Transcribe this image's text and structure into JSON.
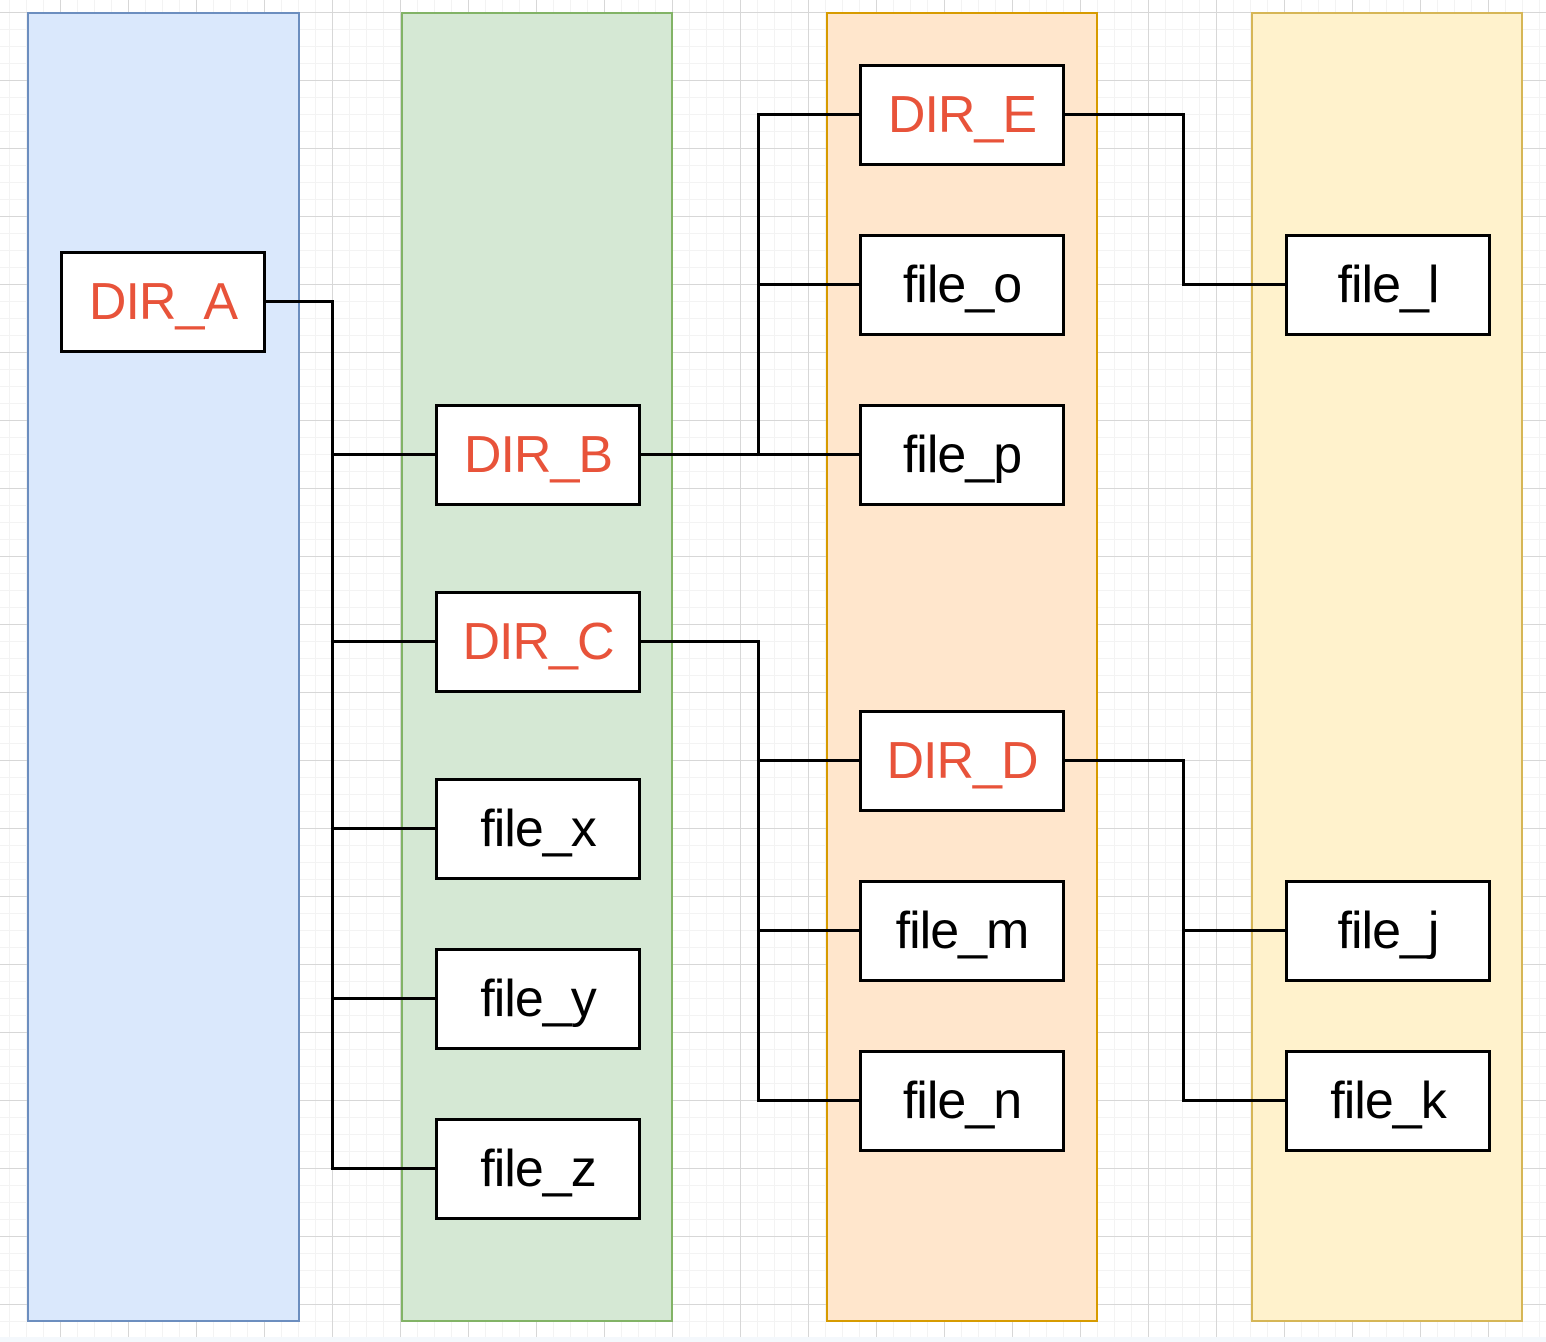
{
  "diagram": {
    "type": "directory-tree",
    "columns": [
      {
        "level": 1,
        "fill": "#dae8fc",
        "stroke": "#6c8ebf"
      },
      {
        "level": 2,
        "fill": "#d5e8d4",
        "stroke": "#82b366"
      },
      {
        "level": 3,
        "fill": "#ffe6cc",
        "stroke": "#d79b00"
      },
      {
        "level": 4,
        "fill": "#fff2cc",
        "stroke": "#d6b656"
      }
    ],
    "colors": {
      "directory_label": "#e8533a",
      "file_label": "#000000",
      "connector": "#000000",
      "node_fill": "#ffffff",
      "node_border": "#000000"
    },
    "nodes": {
      "dir_a": {
        "label": "DIR_A",
        "kind": "directory"
      },
      "dir_b": {
        "label": "DIR_B",
        "kind": "directory"
      },
      "dir_c": {
        "label": "DIR_C",
        "kind": "directory"
      },
      "dir_d": {
        "label": "DIR_D",
        "kind": "directory"
      },
      "dir_e": {
        "label": "DIR_E",
        "kind": "directory"
      },
      "file_x": {
        "label": "file_x",
        "kind": "file"
      },
      "file_y": {
        "label": "file_y",
        "kind": "file"
      },
      "file_z": {
        "label": "file_z",
        "kind": "file"
      },
      "file_o": {
        "label": "file_o",
        "kind": "file"
      },
      "file_p": {
        "label": "file_p",
        "kind": "file"
      },
      "file_m": {
        "label": "file_m",
        "kind": "file"
      },
      "file_n": {
        "label": "file_n",
        "kind": "file"
      },
      "file_l": {
        "label": "file_l",
        "kind": "file"
      },
      "file_j": {
        "label": "file_j",
        "kind": "file"
      },
      "file_k": {
        "label": "file_k",
        "kind": "file"
      }
    },
    "edges": [
      {
        "from": "DIR_A",
        "to": "DIR_B"
      },
      {
        "from": "DIR_A",
        "to": "DIR_C"
      },
      {
        "from": "DIR_A",
        "to": "file_x"
      },
      {
        "from": "DIR_A",
        "to": "file_y"
      },
      {
        "from": "DIR_A",
        "to": "file_z"
      },
      {
        "from": "DIR_B",
        "to": "DIR_E"
      },
      {
        "from": "DIR_B",
        "to": "file_o"
      },
      {
        "from": "DIR_B",
        "to": "file_p"
      },
      {
        "from": "DIR_C",
        "to": "DIR_D"
      },
      {
        "from": "DIR_C",
        "to": "file_m"
      },
      {
        "from": "DIR_C",
        "to": "file_n"
      },
      {
        "from": "DIR_E",
        "to": "file_l"
      },
      {
        "from": "DIR_D",
        "to": "file_j"
      },
      {
        "from": "DIR_D",
        "to": "file_k"
      }
    ]
  }
}
